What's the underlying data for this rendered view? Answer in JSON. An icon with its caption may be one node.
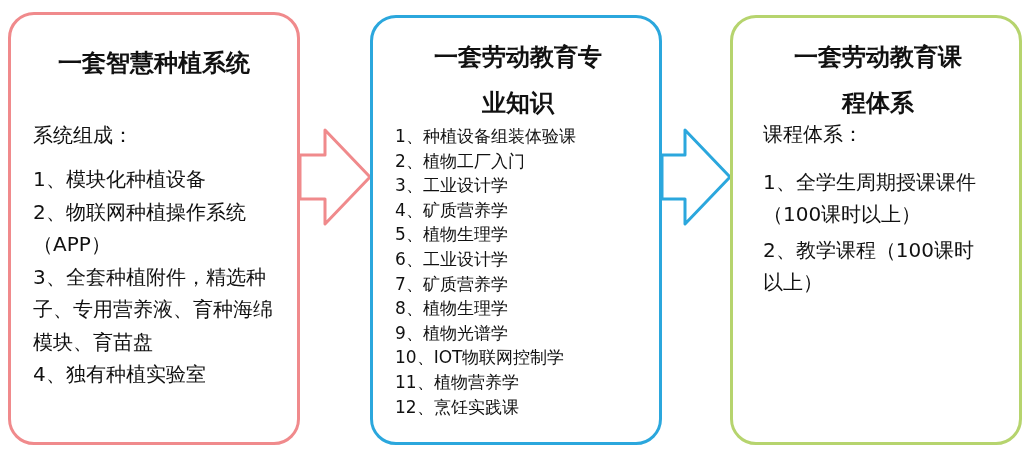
{
  "diagram": {
    "nodes": [
      {
        "text": [
          "一套智慧种植系统",
          "系统组成：",
          "1、模块化种植设备",
          "2、物联网种植操作系统（APP）",
          "3、全套种植附件，精选种子、专用营养液、育种海绵模块、育苗盘",
          "4、独有种植实验室"
        ]
      },
      {
        "text": [
          "一套劳动教育专业知识",
          "1、种植设备组装体验课",
          "2、植物工厂入门",
          "3、工业设计学",
          "4、矿质营养学",
          "5、植物生理学",
          "6、工业设计学",
          "7、矿质营养学",
          "8、植物生理学",
          "9、植物光谱学",
          "10、IOT物联网控制学",
          "11、植物营养学",
          "12、烹饪实践课"
        ]
      },
      {
        "text": [
          "一套劳动教育课程体系",
          "课程体系：",
          "1、全学生周期授课课件（100课时以上）",
          "2、教学课程（100课时以上）"
        ]
      }
    ],
    "edges": [
      {
        "from": 0,
        "to": 1,
        "arrow": "to",
        "color": "#f08a8c"
      },
      {
        "from": 1,
        "to": 2,
        "arrow": "to",
        "color": "#2ba7dd"
      }
    ]
  }
}
